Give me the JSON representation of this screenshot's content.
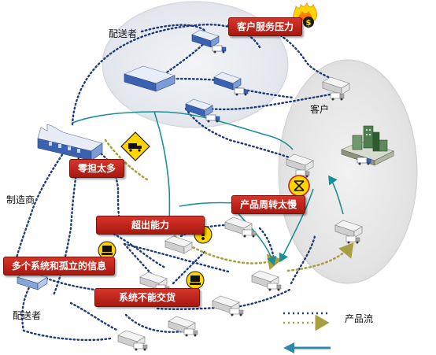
{
  "labels": {
    "distributor_top": "配送者",
    "customer": "客户",
    "manufacturer": "制造商",
    "distributor_bottom": "配送者"
  },
  "callouts": {
    "customer_service_pressure": "客户服务压力",
    "too_many_ltl": "零担太多",
    "product_turnover_slow": "产品周转太慢",
    "over_capacity": "超出能力",
    "multiple_isolated_info": "多个系统和孤立的信息",
    "system_cannot_deliver": "系统不能交货"
  },
  "legend": {
    "product_flow": "产品流"
  },
  "colors": {
    "callout_red": "#c0241b",
    "dotted_blue": "#1d3b7a",
    "dotted_olive": "#a8a040",
    "flow_teal": "#1a8f96",
    "legend_arrow_teal": "#2a8aa8",
    "warning_yellow": "#ffd400",
    "cluster_gray": "#e4e6ea"
  },
  "icons": [
    "fire-dollar-icon",
    "truck-sign-icon",
    "hourglass-sign-icon",
    "exclamation-sign-icon",
    "computer-sign-icon",
    "factory-icon"
  ]
}
